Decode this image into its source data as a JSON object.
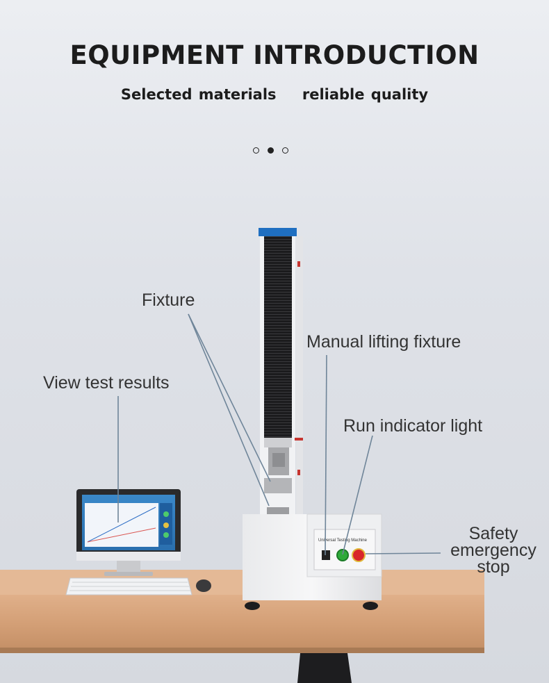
{
  "header": {
    "title": "EQUIPMENT INTRODUCTION",
    "subtitle_left": "Selected materials",
    "subtitle_right": "reliable quality"
  },
  "carousel": {
    "count": 3,
    "active_index": 1
  },
  "labels": {
    "fixture": "Fixture",
    "manual_lifting": "Manual lifting fixture",
    "view_results": "View test results",
    "run_indicator": "Run indicator light",
    "safety_line1": "Safety",
    "safety_line2": "emergency",
    "safety_line3": "stop"
  },
  "machine": {
    "panel_title": "Universal Testing Machine"
  },
  "colors": {
    "accent_blue": "#1f6fc1",
    "table_wood": "#d7a47a",
    "indicator_green": "#2eaa3a",
    "stop_red": "#d8262a"
  }
}
